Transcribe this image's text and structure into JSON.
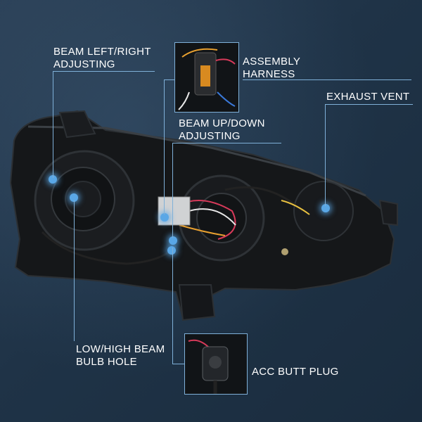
{
  "labels": {
    "beam_lr": [
      "BEAM LEFT/RIGHT",
      "ADJUSTING"
    ],
    "assembly": [
      "ASSEMBLY",
      "HARNESS"
    ],
    "exhaust": [
      "EXHAUST VENT"
    ],
    "beam_ud": [
      "BEAM UP/DOWN",
      "ADJUSTING"
    ],
    "bulb_hole": [
      "LOW/HIGH BEAM",
      "BULB HOLE"
    ],
    "acc_plug": [
      "ACC BUTT PLUG"
    ]
  },
  "colors": {
    "accent": "#5aa7e6",
    "line": "#7fb0d8",
    "housing": "#141618"
  },
  "icons": [
    "headlight-assembly-image",
    "harness-connector-inset",
    "butt-plug-inset"
  ]
}
